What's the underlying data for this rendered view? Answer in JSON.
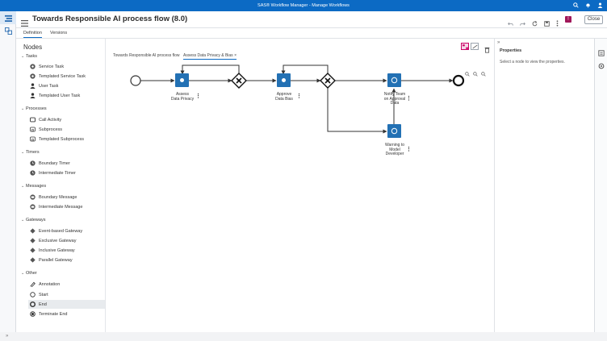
{
  "app": {
    "title": "SAS® Workflow Manager - Manage Workflows",
    "page_title": "Towards Responsible AI process flow (8.0)",
    "close_label": "Close",
    "user_badge": "!"
  },
  "tabs": [
    {
      "label": "Definition",
      "active": true
    },
    {
      "label": "Versions",
      "active": false
    }
  ],
  "nodes_panel": {
    "title": "Nodes",
    "groups": [
      {
        "label": "Tasks",
        "items": [
          "Service Task",
          "Templated Service Task",
          "User Task",
          "Templated User Task"
        ]
      },
      {
        "label": "Processes",
        "items": [
          "Call Activity",
          "Subprocess",
          "Templated Subprocess"
        ]
      },
      {
        "label": "Timers",
        "items": [
          "Boundary Timer",
          "Intermediate Timer"
        ]
      },
      {
        "label": "Messages",
        "items": [
          "Boundary Message",
          "Intermediate Message"
        ]
      },
      {
        "label": "Gateways",
        "items": [
          "Event-based Gateway",
          "Exclusive Gateway",
          "Inclusive Gateway",
          "Parallel Gateway"
        ]
      },
      {
        "label": "Other",
        "items": [
          "Annotation",
          "Start",
          "End",
          "Terminate End"
        ]
      }
    ],
    "selected_item": "End"
  },
  "canvas": {
    "tabs": [
      {
        "label": "Towards Responsible AI process flow",
        "active": false
      },
      {
        "label": "Assess Data Privacy & Bias",
        "active": true,
        "close": "×"
      }
    ],
    "nodes": {
      "assess": "Assess\nData Privacy",
      "approve": "Approve\nData Bias",
      "notify": "Notify Team\non Approval\nData",
      "warning": "Warning to\nModel\nDeveloper"
    },
    "kebab": "⋮"
  },
  "properties": {
    "title": "Properties",
    "message": "Select a node to view the properties."
  },
  "colors": {
    "brand": "#0c6ac4",
    "task": "#2371b4"
  }
}
